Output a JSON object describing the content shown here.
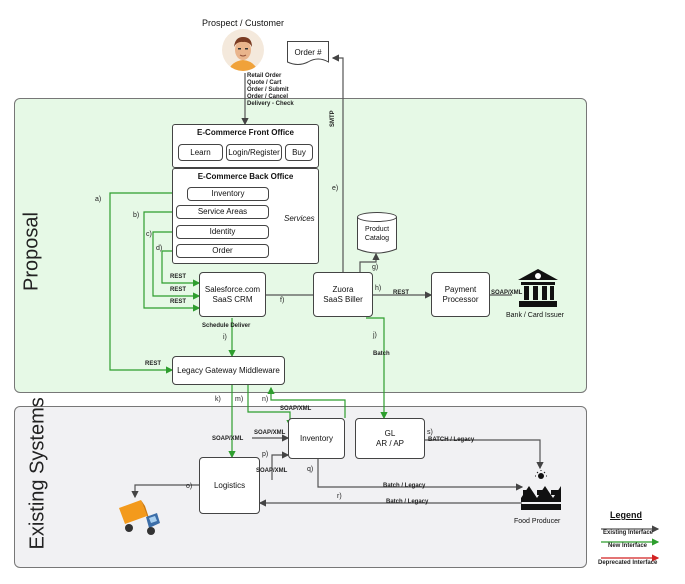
{
  "prospect": {
    "label": "Prospect / Customer",
    "actions": [
      "Retail Order",
      "Quote / Cart",
      "Order / Submit",
      "Order / Cancel",
      "Delivery - Check"
    ]
  },
  "order_doc": "Order #",
  "zones": {
    "proposal": "Proposal",
    "existing": "Existing Systems"
  },
  "front_office": {
    "title": "E-Commerce Front Office",
    "buttons": [
      "Learn",
      "Login/Register",
      "Buy"
    ]
  },
  "back_office": {
    "title": "E-Commerce Back Office",
    "services": [
      "Inventory",
      "Service Areas",
      "Identity",
      "Order"
    ],
    "services_label": "Services"
  },
  "crm": "Salesforce.com\nSaaS CRM",
  "biller": "Zuora\nSaaS Biller",
  "catalog": "Product\nCatalog",
  "payment": "Payment\nProcessor",
  "bank": "Bank / Card Issuer",
  "middleware": "Legacy Gateway Middleware",
  "inventory": "Inventory",
  "gl": "GL\nAR / AP",
  "logistics": "Logistics",
  "food_producer": "Food Producer",
  "letters": {
    "a": "a)",
    "b": "b)",
    "c": "c)",
    "d": "d)",
    "e": "e)",
    "f": "f)",
    "g": "g)",
    "h": "h)",
    "i": "i)",
    "j": "j)",
    "k": "k)",
    "m": "m)",
    "n": "n)",
    "o": "o)",
    "p": "p)",
    "q": "q)",
    "r": "r)",
    "s": "s)"
  },
  "edge_labels": {
    "smtp": "SMTP",
    "rest1": "REST",
    "rest2": "REST",
    "rest3": "REST",
    "rest_mw": "REST",
    "rest_pay": "REST",
    "soapxml_pay": "SOAP/XML",
    "schedule": "Schedule Deliver",
    "batch": "Batch",
    "soapxml_n": "SOAP/XML",
    "soapxml_inv": "SOAP/XML",
    "soapxml_k": "SOAP/XML",
    "soapxml_p": "SOAP/XML",
    "batch_legacy_s": "BATCH / Legacy",
    "batch_legacy_q": "Batch / Legacy",
    "batch_legacy_r": "Batch / Legacy"
  },
  "legend": {
    "title": "Legend",
    "existing": "Existing Interface",
    "new": "New Interface",
    "deprecated": "Deprecated Interface"
  },
  "colors": {
    "green": "#2e9e2e",
    "proposal_bg": "#e6f9e6",
    "existing_bg": "#f1f1f3",
    "grey_line": "#555555",
    "red": "#d22222"
  }
}
